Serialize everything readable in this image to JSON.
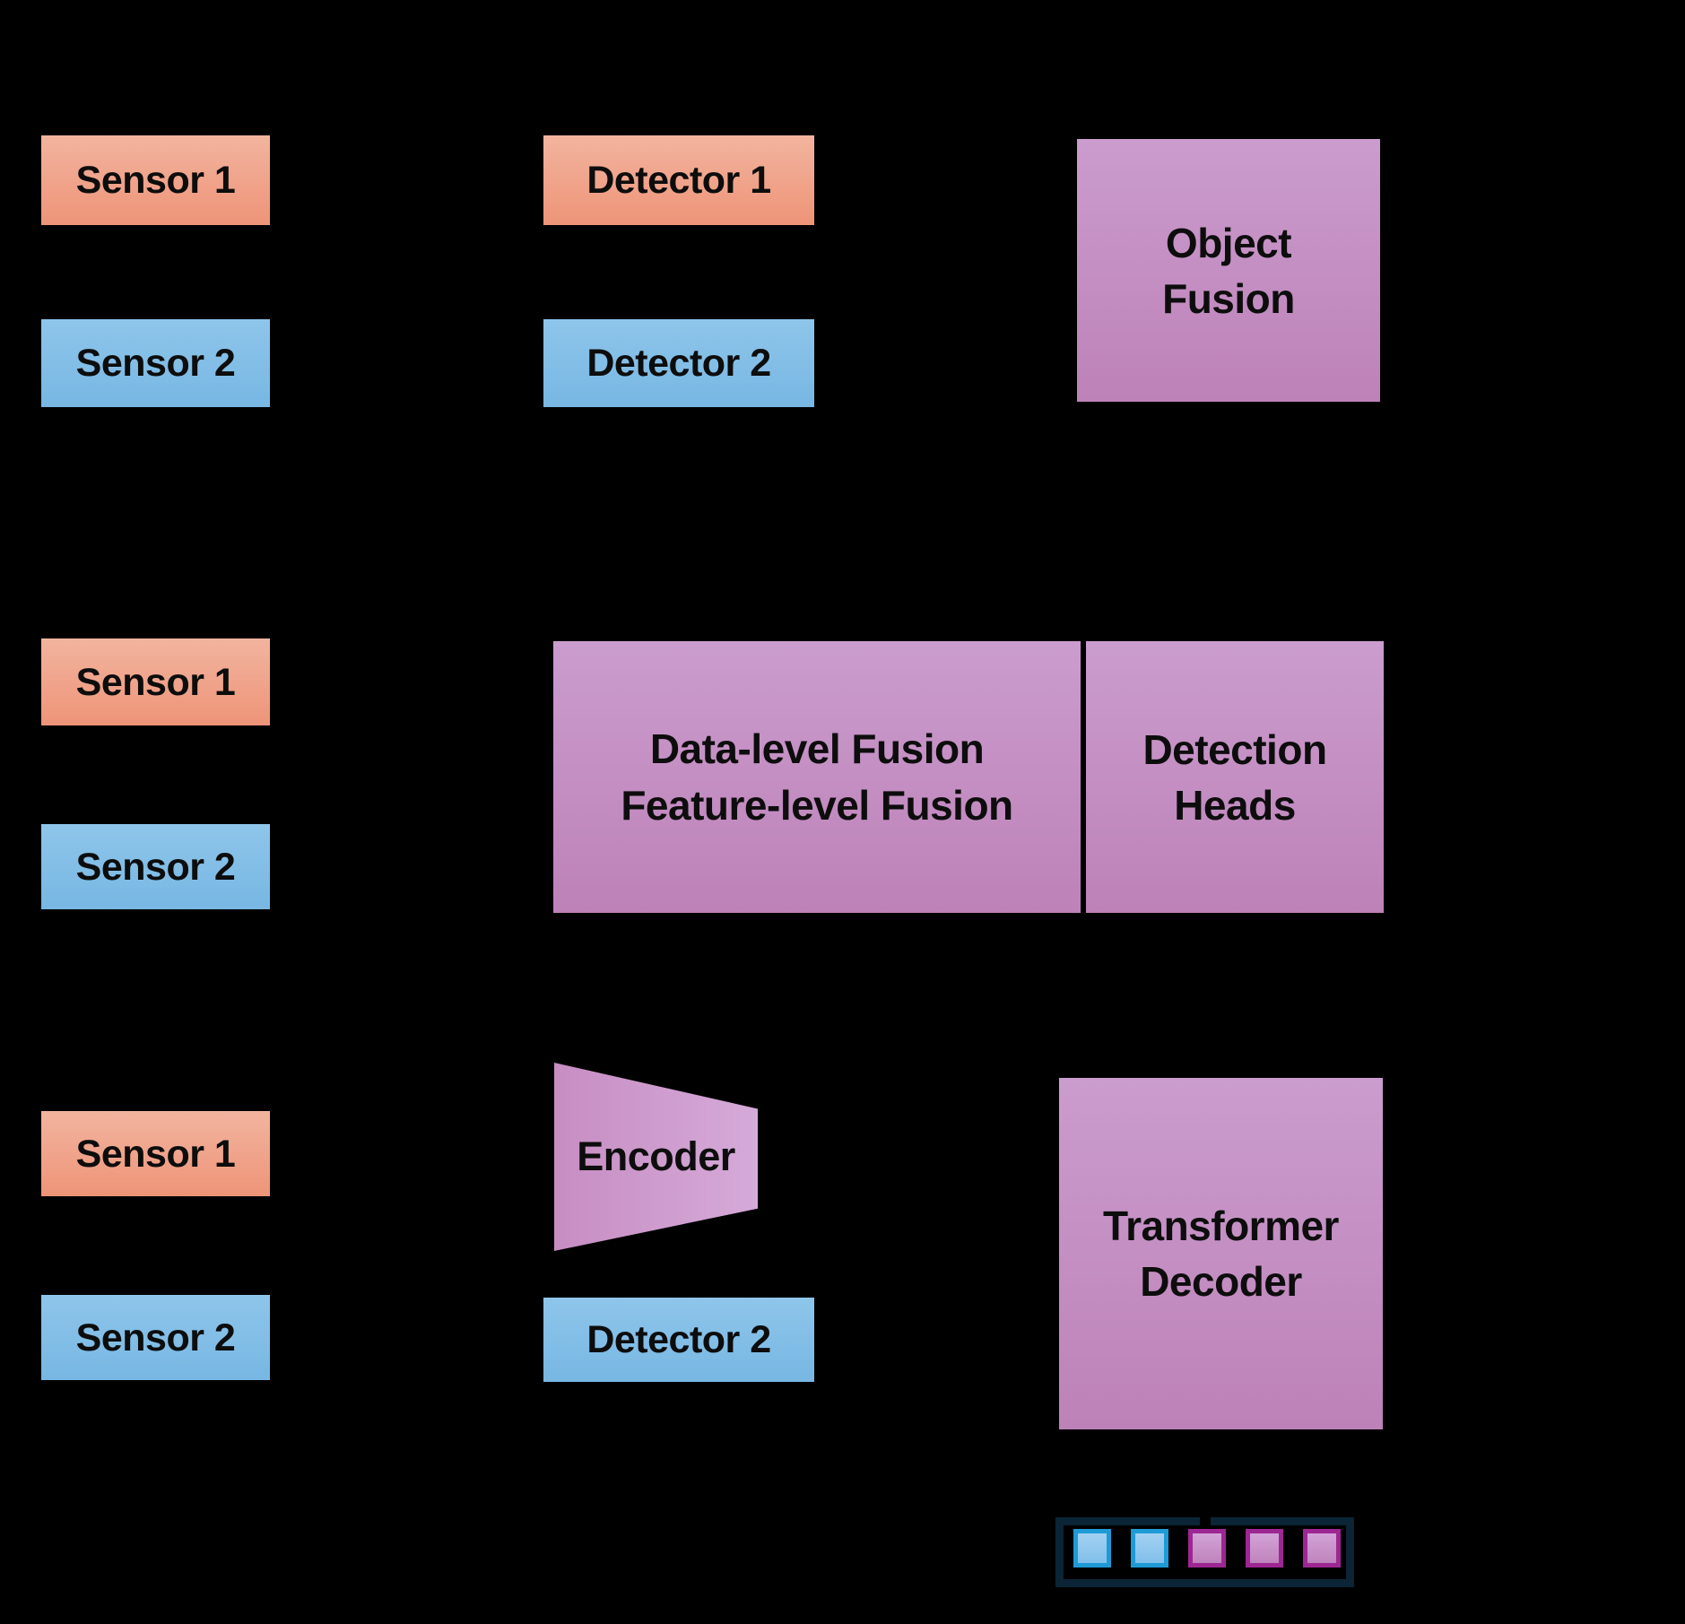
{
  "diagram": {
    "background": "#000000",
    "late_fusion": {
      "sensor1": "Sensor 1",
      "sensor2": "Sensor 2",
      "detector1": "Detector 1",
      "detector2": "Detector 2",
      "object_fusion_line1": "Object",
      "object_fusion_line2": "Fusion"
    },
    "early_fusion": {
      "sensor1": "Sensor 1",
      "sensor2": "Sensor 2",
      "fusion_line1": "Data-level Fusion",
      "fusion_line2": "Feature-level Fusion",
      "heads_line1": "Detection",
      "heads_line2": "Heads"
    },
    "query_fusion": {
      "sensor1": "Sensor 1",
      "sensor2": "Sensor 2",
      "encoder": "Encoder",
      "detector2": "Detector 2",
      "decoder_line1": "Transformer",
      "decoder_line2": "Decoder",
      "query_tokens": [
        "blue",
        "blue",
        "magenta",
        "magenta",
        "magenta"
      ]
    },
    "colors": {
      "sensor_salmon_top": "#f2b49f",
      "sensor_salmon_bottom": "#ee9478",
      "sensor_blue_top": "#8ec5ea",
      "sensor_blue_bottom": "#77b7e3",
      "fusion_purple_top": "#cb9cce",
      "fusion_purple_bottom": "#bd82b8",
      "query_blue_border": "#1e9bd7",
      "query_magenta_border": "#9e2693",
      "query_frame_border": "#0b2436"
    }
  }
}
